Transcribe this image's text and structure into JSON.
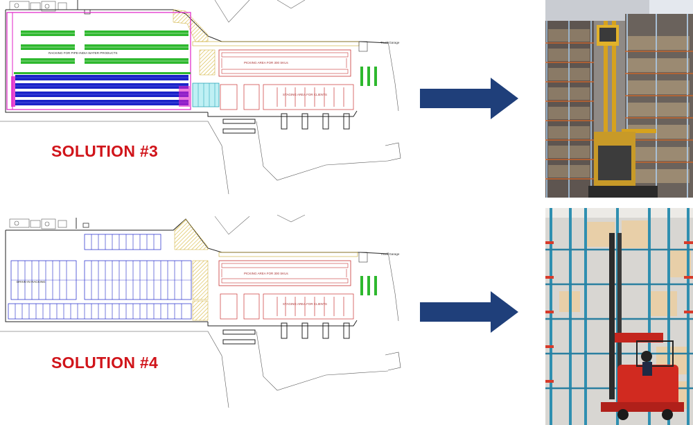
{
  "solutions": [
    {
      "label": "SOLUTION #3",
      "plan_text": {
        "storage_zone": "RACKING FOR PIPE-INDIA WATER PRODUCTS",
        "picking_area": "PICKING AREA FOR 300 SKUs",
        "staging_area": "STAGING AREA FOR CLIENTS",
        "truck_garage": "Truck Garage"
      },
      "photo_icon": "very-narrow-aisle-order-picker-truck"
    },
    {
      "label": "SOLUTION #4",
      "plan_text": {
        "storage_zone": "DRIVE-IN RACKING",
        "picking_area": "PICKING AREA FOR 300 SKUs",
        "staging_area": "STAGING AREA FOR CLIENTS",
        "truck_garage": "Truck Garage"
      },
      "photo_icon": "reach-truck-in-drive-in-racking"
    }
  ],
  "colors": {
    "label_red": "#d0141a",
    "arrow_navy": "#1f3f7a",
    "rack_green": "#2eb82e",
    "rack_blue": "#1a22c8",
    "rack_magenta": "#e020c8",
    "rack_red": "#c83232",
    "hatch_yellow": "#e6c84a"
  }
}
